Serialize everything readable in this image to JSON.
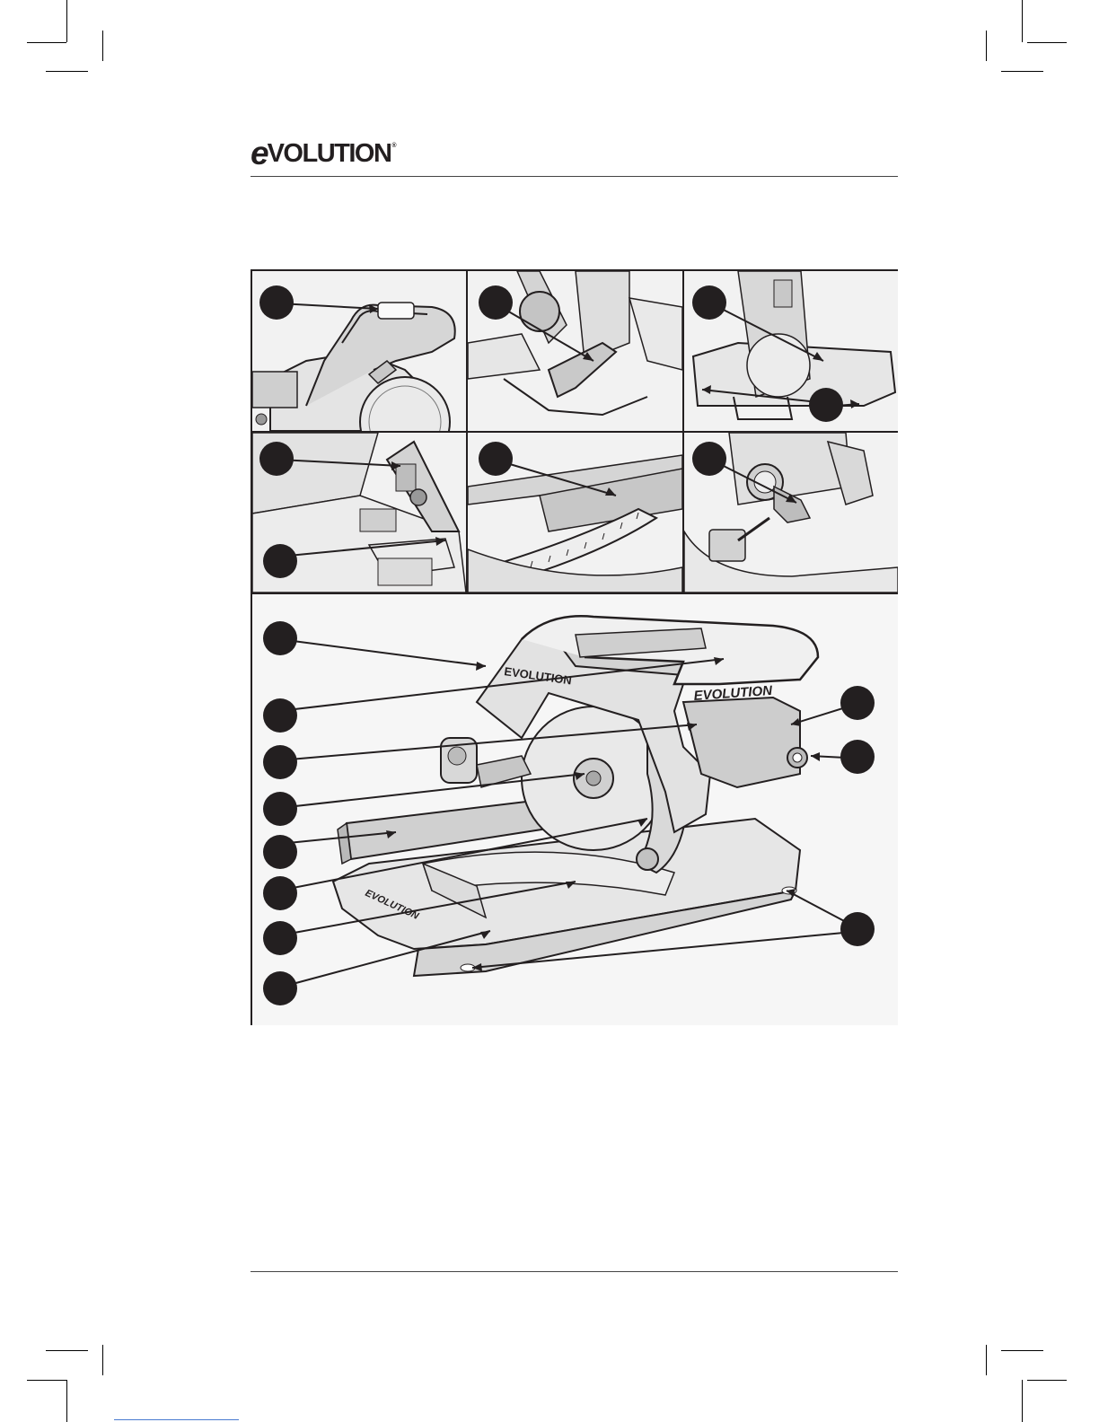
{
  "header": {
    "brand_e": "e",
    "brand_rest": "VOLUTION",
    "brand_reg": "®"
  },
  "figure": {
    "panels": [
      {
        "id": "handle"
      },
      {
        "id": "mitre-lock-handle"
      },
      {
        "id": "mounting-holes"
      },
      {
        "id": "depth-stop"
      },
      {
        "id": "mitre-scale"
      },
      {
        "id": "material-clamp"
      }
    ],
    "main_brand_label": "EVOLUTION",
    "upper_guard_brand_label": "EVOLUTION",
    "base_brand_label": "EVOLUTION"
  },
  "colors": {
    "ink": "#231f20",
    "panel_bg": "#f2f2f2",
    "machine_body": "#e6e6e6",
    "machine_shadow": "#bdbdbd"
  }
}
